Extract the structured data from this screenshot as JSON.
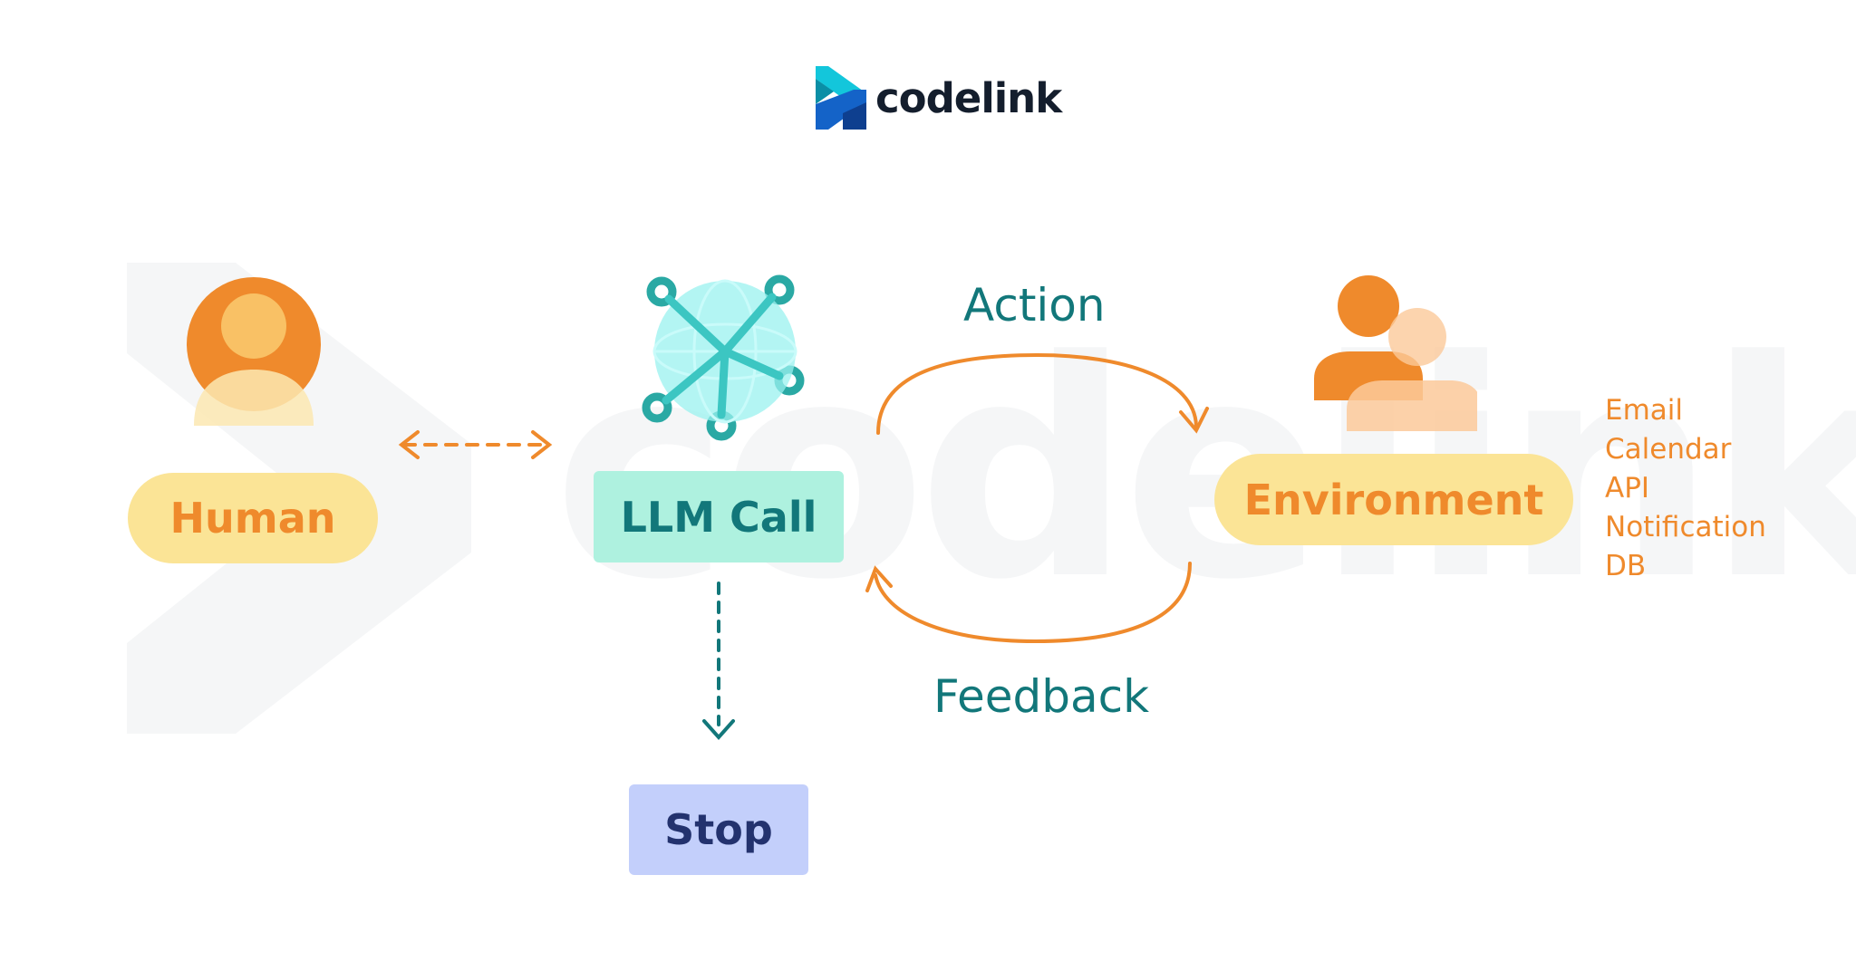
{
  "brand": {
    "name": "codelink",
    "watermark": "codelink"
  },
  "nodes": {
    "human": "Human",
    "llm_call": "LLM Call",
    "environment": "Environment",
    "stop": "Stop"
  },
  "edges": {
    "action": "Action",
    "feedback": "Feedback"
  },
  "environment_items": [
    "Email",
    "Calendar",
    "API",
    "Notification",
    "DB"
  ],
  "colors": {
    "orange": "#EF8A2C",
    "yellow_pill": "#FBE496",
    "teal_text": "#12777A",
    "mint_pill": "#AEF1DF",
    "stop_pill": "#C3CFFB",
    "stop_text": "#23326E",
    "logo_dark": "#141E2D",
    "logo_cyan": "#13C6DB",
    "logo_blue": "#1463C8"
  },
  "icons": {
    "human": "person-icon",
    "llm_call": "neural-globe-icon",
    "environment": "people-icon"
  }
}
